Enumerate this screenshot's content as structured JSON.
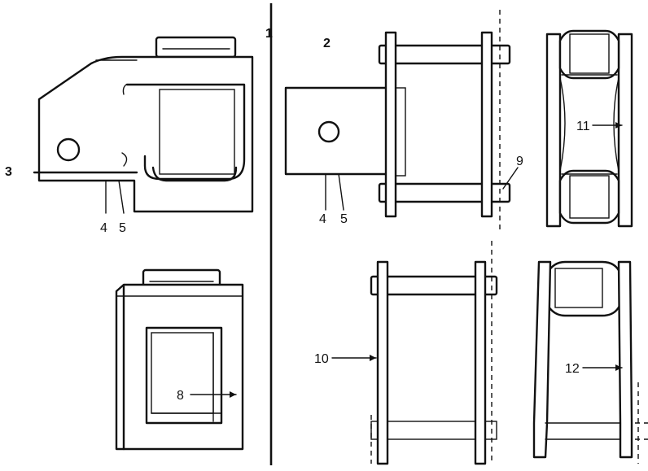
{
  "figure": {
    "panel_numbers": {
      "one": "1",
      "two": "2",
      "three": "3"
    },
    "callouts": {
      "c4a": "4",
      "c5a": "5",
      "c4b": "4",
      "c5b": "5",
      "c8": "8",
      "c9": "9",
      "c10": "10",
      "c11": "11",
      "c12": "12"
    }
  }
}
